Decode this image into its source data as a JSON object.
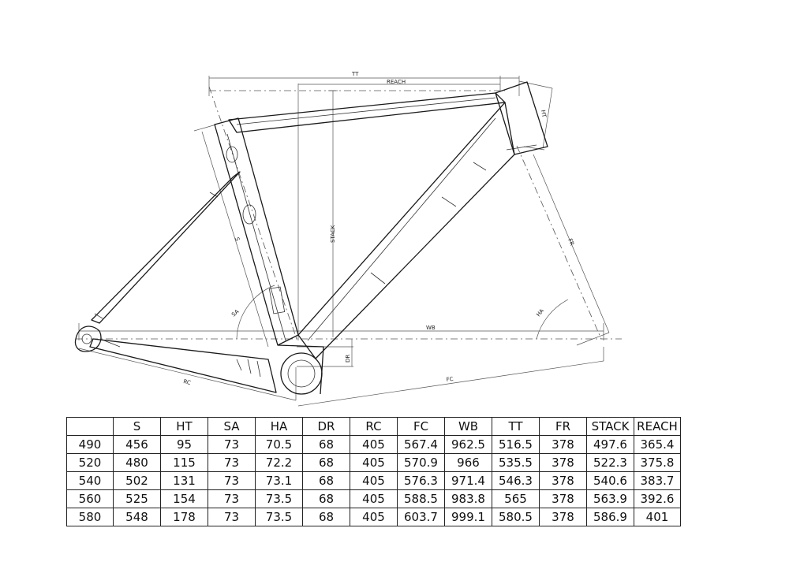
{
  "diagram": {
    "labels": {
      "tt": "TT",
      "reach": "REACH",
      "ht": "HT",
      "stack": "STACK",
      "s": "S",
      "fr": "FR",
      "sa": "SA",
      "ha": "HA",
      "wb": "WB",
      "dr": "DR",
      "rc": "RC",
      "fc": "FC"
    }
  },
  "table": {
    "headers": [
      "",
      "S",
      "HT",
      "SA",
      "HA",
      "DR",
      "RC",
      "FC",
      "WB",
      "TT",
      "FR",
      "STACK",
      "REACH"
    ],
    "rows": [
      [
        "490",
        "456",
        "95",
        "73",
        "70.5",
        "68",
        "405",
        "567.4",
        "962.5",
        "516.5",
        "378",
        "497.6",
        "365.4"
      ],
      [
        "520",
        "480",
        "115",
        "73",
        "72.2",
        "68",
        "405",
        "570.9",
        "966",
        "535.5",
        "378",
        "522.3",
        "375.8"
      ],
      [
        "540",
        "502",
        "131",
        "73",
        "73.1",
        "68",
        "405",
        "576.3",
        "971.4",
        "546.3",
        "378",
        "540.6",
        "383.7"
      ],
      [
        "560",
        "525",
        "154",
        "73",
        "73.5",
        "68",
        "405",
        "588.5",
        "983.8",
        "565",
        "378",
        "563.9",
        "392.6"
      ],
      [
        "580",
        "548",
        "178",
        "73",
        "73.5",
        "68",
        "405",
        "603.7",
        "999.1",
        "580.5",
        "378",
        "586.9",
        "401"
      ]
    ]
  }
}
